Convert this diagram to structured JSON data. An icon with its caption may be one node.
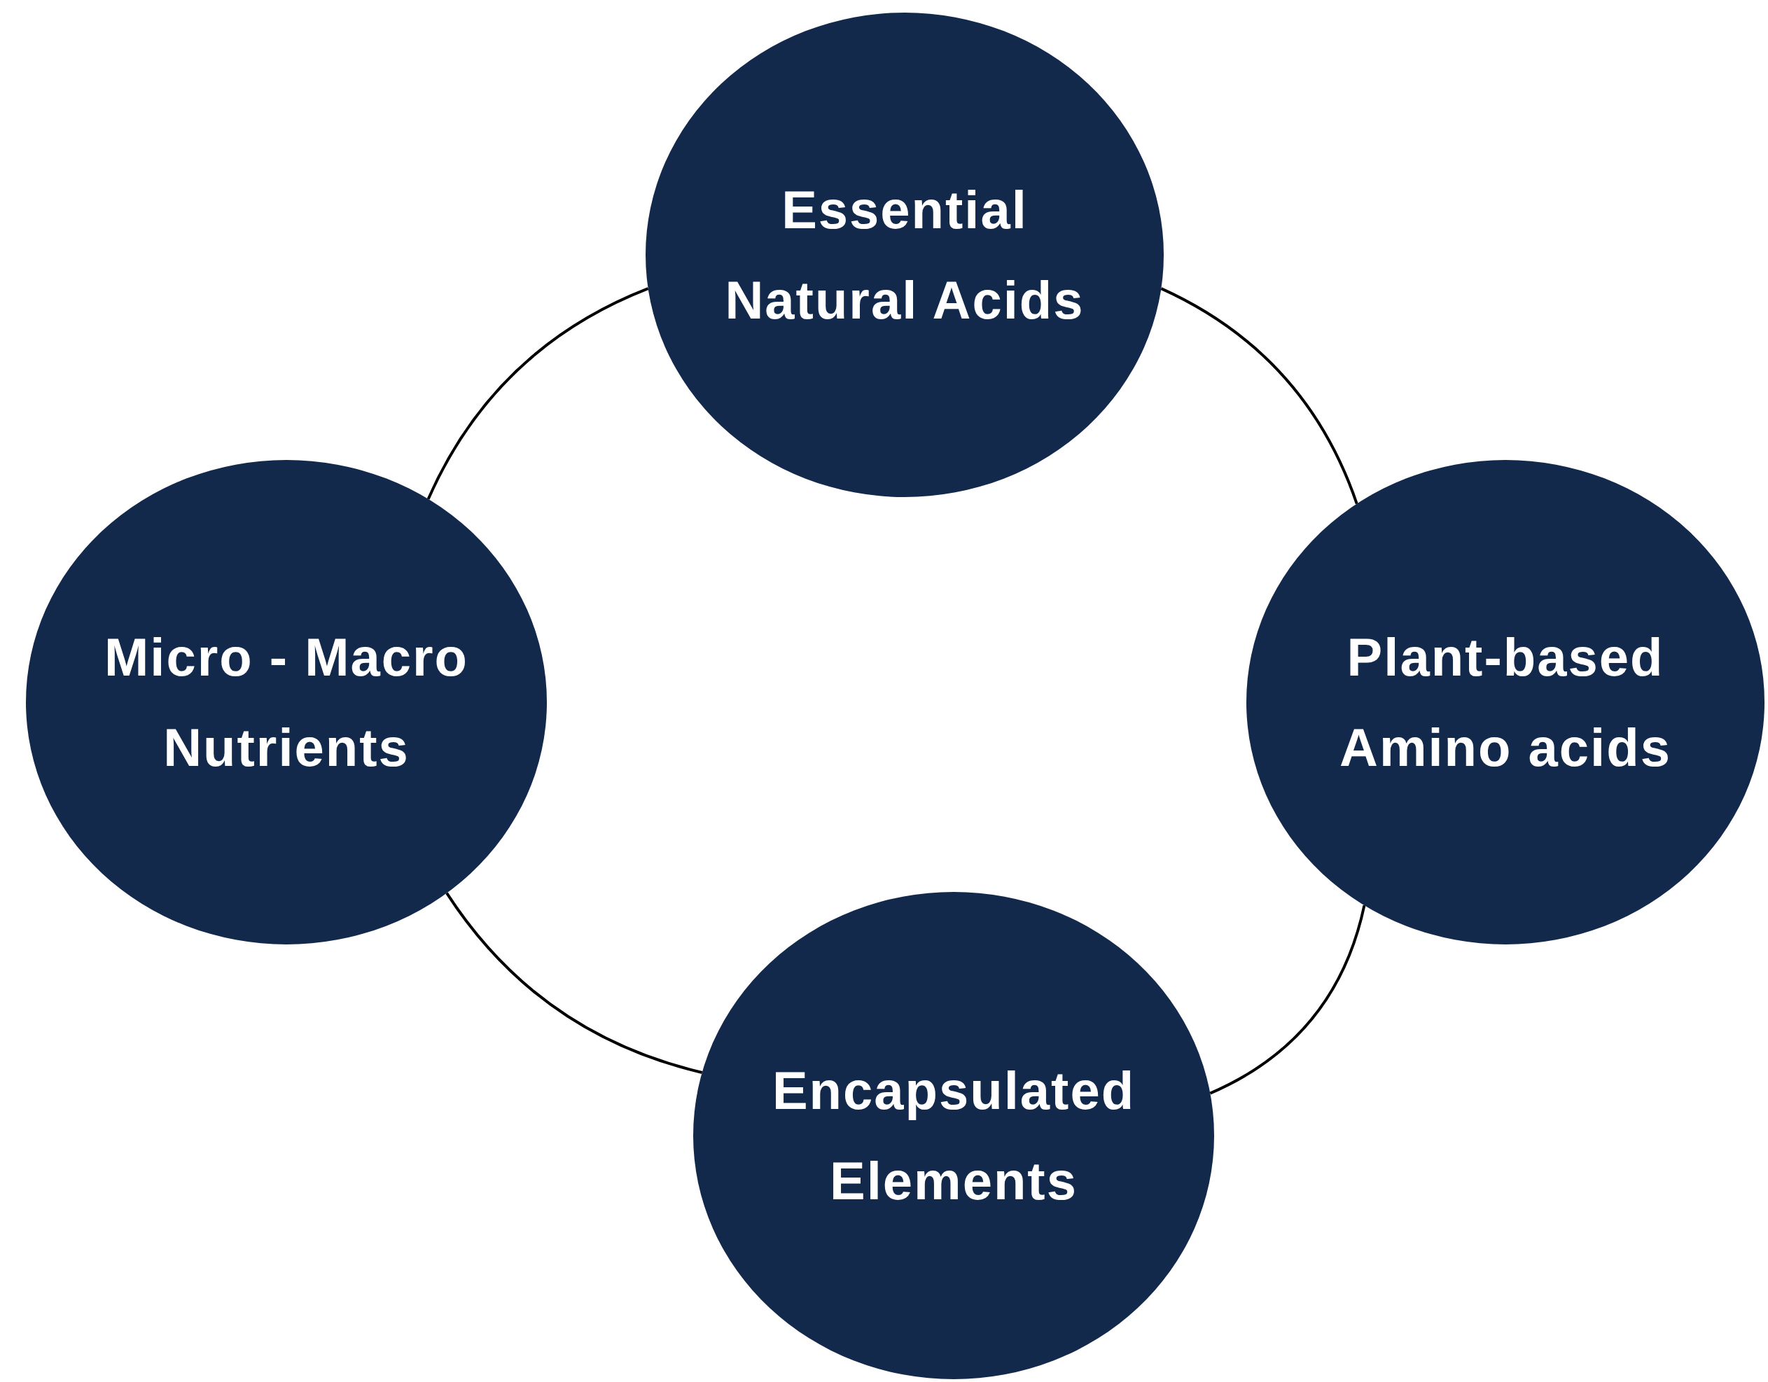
{
  "diagram": {
    "nodes": [
      {
        "text": [
          "Essential Natural Acids"
        ]
      },
      {
        "text": [
          "Micro - Macro Nutrients"
        ]
      },
      {
        "text": [
          "Plant-based Amino acids"
        ]
      },
      {
        "text": [
          "Encapsulated Elements"
        ]
      }
    ],
    "edges": [
      {
        "from": 1,
        "to": 0,
        "arrow": "none"
      },
      {
        "from": 0,
        "to": 2,
        "arrow": "none"
      },
      {
        "from": 2,
        "to": 3,
        "arrow": "none"
      },
      {
        "from": 3,
        "to": 1,
        "arrow": "none"
      }
    ]
  }
}
